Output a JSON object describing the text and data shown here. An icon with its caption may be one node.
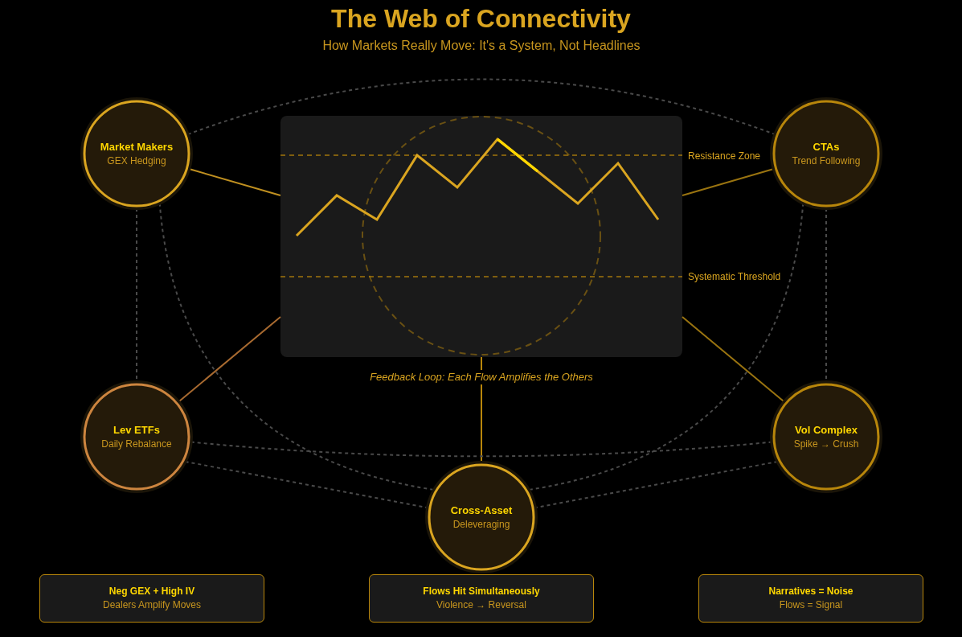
{
  "diagram": {
    "title": "The Web of Connectivity",
    "nodes": [
      {
        "text": [
          "Market Makers",
          "GEX Hedging"
        ]
      },
      {
        "text": [],
        "shape": "picture",
        "beside": [
          "Resistance Zone",
          "Systematic Threshold",
          "Feedback Loop: Each Flow Amplifies the Others"
        ]
      },
      {
        "text": [
          "CTAs",
          "Trend Following"
        ]
      },
      {
        "text": [
          "Lev ETFs",
          "Daily Rebalance"
        ]
      },
      {
        "text": [
          "Vol Complex",
          "Spike → Crush"
        ]
      },
      {
        "text": [
          "Cross-Asset",
          "Deleveraging"
        ]
      },
      {
        "text": [
          "Neg GEX + High IV",
          "Dealers Amplify Moves"
        ]
      },
      {
        "text": [
          "Flows Hit Simultaneously",
          "Violence → Reversal"
        ]
      },
      {
        "text": [
          "Narratives = Noise",
          "Flows = Signal"
        ]
      }
    ],
    "edges": [
      {
        "from": 0,
        "to": 1,
        "arrow": "none",
        "color": "#c09020"
      },
      {
        "from": 2,
        "to": 1,
        "arrow": "none",
        "color": "#9a7410"
      },
      {
        "from": 3,
        "to": 1,
        "arrow": "none",
        "color": "#a86a30"
      },
      {
        "from": 4,
        "to": 1,
        "arrow": "none",
        "color": "#9a7410"
      },
      {
        "from": 1,
        "to": 5,
        "arrow": "none",
        "color": "#b8860b"
      },
      {
        "from": 0,
        "to": 2,
        "arrow": "none",
        "style": "dashed"
      },
      {
        "from": 0,
        "to": 3,
        "arrow": "none",
        "style": "dashed"
      },
      {
        "from": 2,
        "to": 4,
        "arrow": "none",
        "style": "dashed"
      },
      {
        "from": 0,
        "to": 5,
        "arrow": "none",
        "style": "dashed"
      },
      {
        "from": 2,
        "to": 5,
        "arrow": "none",
        "style": "dashed"
      },
      {
        "from": 3,
        "to": 4,
        "arrow": "none",
        "style": "dashed"
      },
      {
        "from": 3,
        "to": 5,
        "arrow": "none",
        "style": "dashed"
      },
      {
        "from": 4,
        "to": 5,
        "arrow": "none",
        "style": "dashed"
      }
    ],
    "labels": [
      "How Markets Really Move: It's a System, Not Headlines"
    ]
  }
}
